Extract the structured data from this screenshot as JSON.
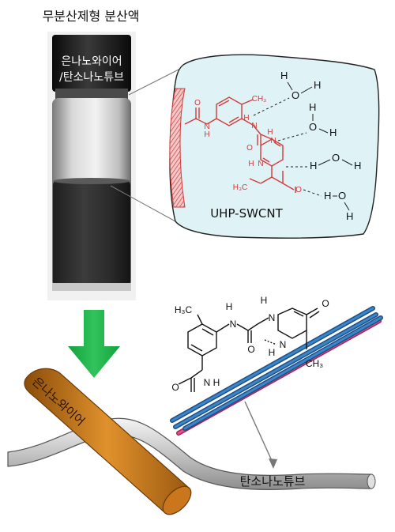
{
  "title": "무분산제형 분산액",
  "vial_label_line1": "은나노와이어",
  "vial_label_line2": "/탄소나노튜브",
  "bubble_label": "UHP-SWCNT",
  "silver_nanowire_label": "은나노와이어",
  "carbon_nanotube_label": "탄소나노튜브",
  "atoms": {
    "H": "H",
    "O": "O",
    "N": "N",
    "ch3_upper": "CH₃",
    "ch3_left": "H₃C",
    "ch3_bottom": "CH₃"
  },
  "colors": {
    "arrow_green": "#22b24c",
    "bubble_fill": "#dff2f6",
    "red_structure": "#d23a3a",
    "wire_orange": "#cc7a1c",
    "tube_gray": "#c9c9c9",
    "tube_blue": "#2c6fb0",
    "tube_pink": "#d2407a"
  }
}
